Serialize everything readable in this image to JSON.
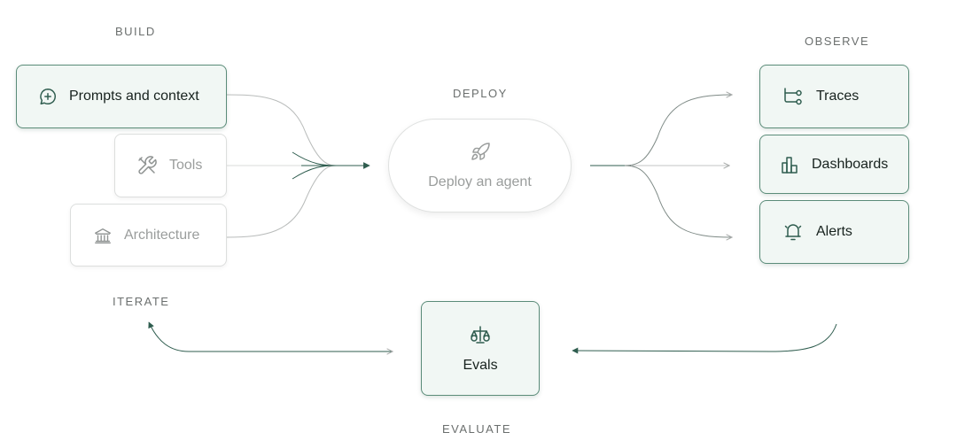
{
  "sections": {
    "build": "BUILD",
    "deploy": "DEPLOY",
    "observe": "OBSERVE",
    "iterate": "ITERATE",
    "evaluate": "EVALUATE"
  },
  "build": {
    "prompts": {
      "label": "Prompts and context",
      "icon": "chat-plus-icon"
    },
    "tools": {
      "label": "Tools",
      "icon": "tools-icon"
    },
    "architecture": {
      "label": "Architecture",
      "icon": "bank-icon"
    }
  },
  "deploy": {
    "label": "Deploy an agent",
    "icon": "rocket-icon"
  },
  "observe": {
    "traces": {
      "label": "Traces",
      "icon": "traces-icon"
    },
    "dashboards": {
      "label": "Dashboards",
      "icon": "bar-chart-icon"
    },
    "alerts": {
      "label": "Alerts",
      "icon": "bell-icon"
    }
  },
  "evaluate": {
    "label": "Evals",
    "icon": "scale-icon"
  },
  "colors": {
    "accent": "#2f5d4f",
    "active_card_bg": "#f1f7f4",
    "active_card_border": "#5b8c79",
    "muted_text": "#9a9d9c",
    "wire_gray": "#b9bcbb"
  }
}
